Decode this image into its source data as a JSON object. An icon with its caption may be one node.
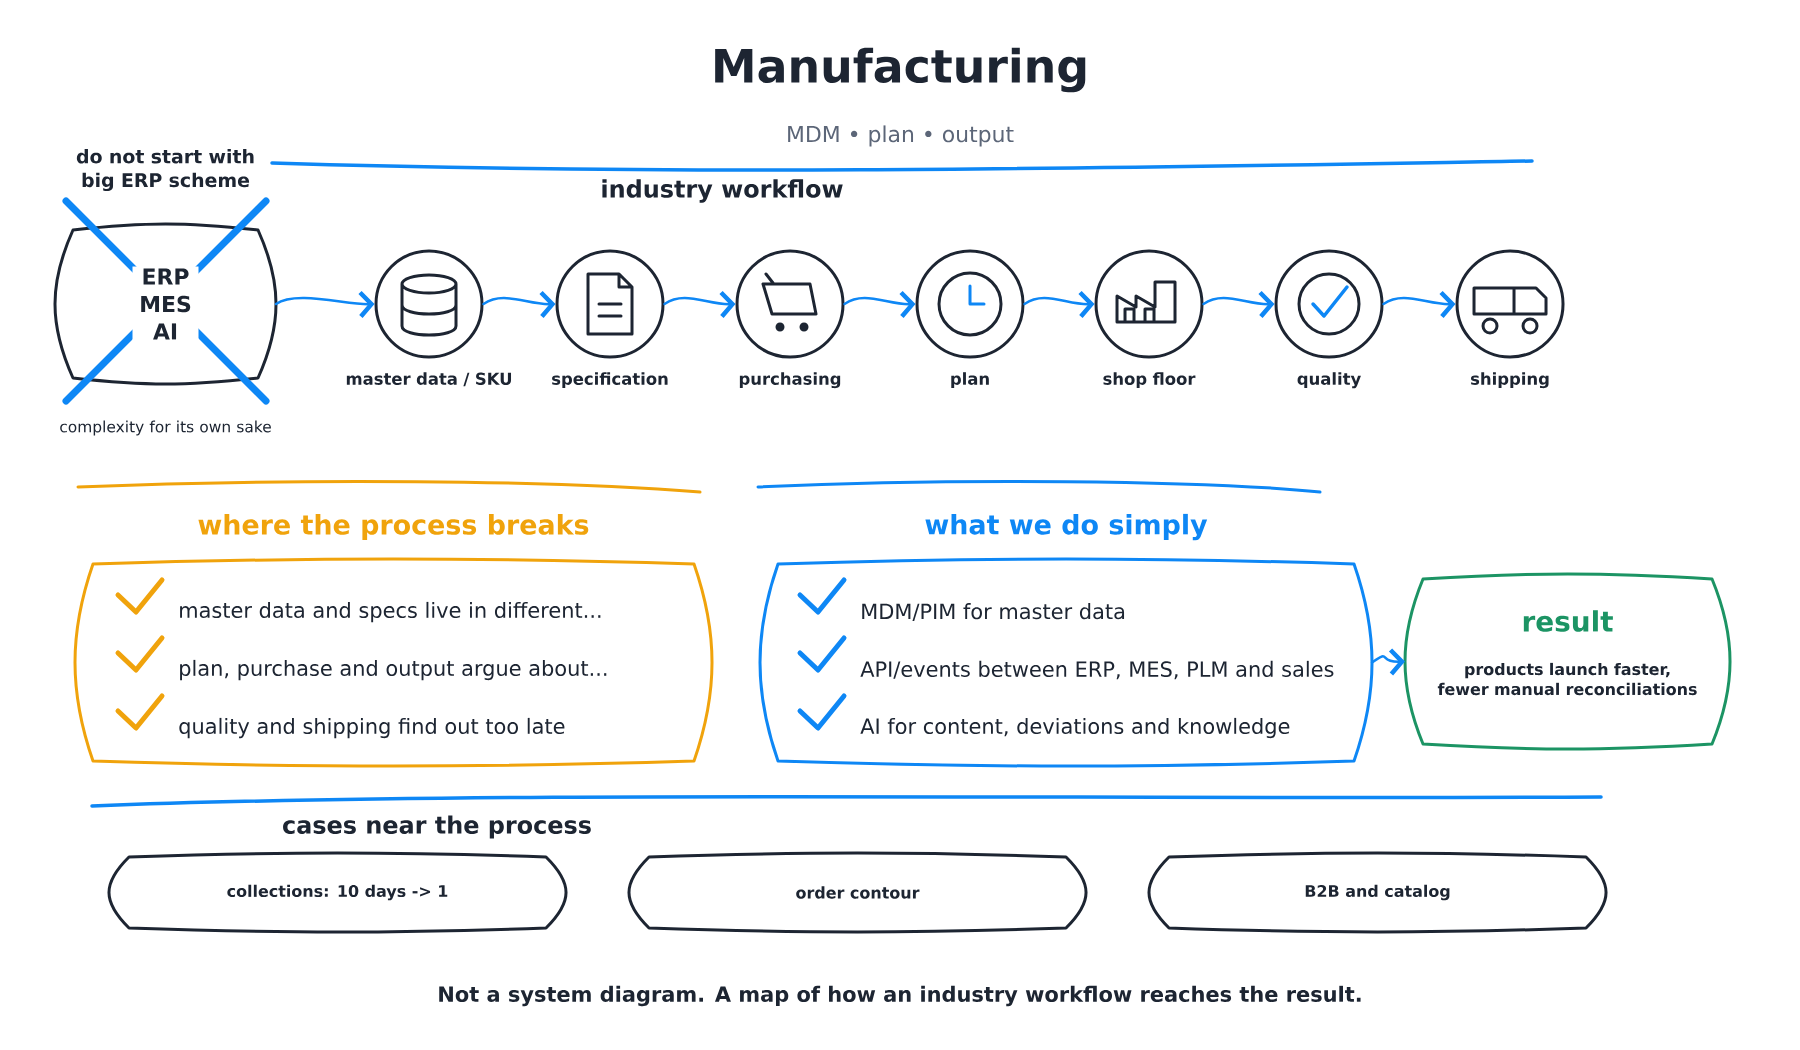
{
  "diagram": {
    "title": "Manufacturing",
    "caption": "Not a system diagram. A map of how an industry workflow reaches the result.",
    "nodes": [
      {
        "text": [
          "do not start with big ERP scheme",
          "ERP MES AI"
        ],
        "beside": [
          "complexity for its own sake"
        ]
      },
      {
        "text": [
          "master data / SKU"
        ]
      },
      {
        "text": [
          "specification"
        ]
      },
      {
        "text": [
          "purchasing"
        ]
      },
      {
        "text": [
          "plan"
        ]
      },
      {
        "text": [
          "shop floor"
        ]
      },
      {
        "text": [
          "quality"
        ]
      },
      {
        "text": [
          "shipping"
        ]
      },
      {
        "text": [
          "where the process breaks",
          "master data and specs live in different...",
          "plan, purchase and output argue about...",
          "quality and shipping find out too late"
        ]
      },
      {
        "text": [
          "what we do simply",
          "MDM/PIM for master data",
          "API/events between ERP, MES, PLM and sales",
          "AI for content, deviations and knowledge"
        ]
      },
      {
        "text": [
          "result",
          "products launch faster, fewer manual reconciliations"
        ]
      },
      {
        "text": [
          "collections: 10 days -> 1"
        ]
      },
      {
        "text": [
          "order contour"
        ]
      },
      {
        "text": [
          "B2B and catalog"
        ]
      }
    ],
    "edges": [
      {
        "from": 0,
        "to": 1,
        "arrow": "to"
      },
      {
        "from": 1,
        "to": 2,
        "arrow": "to"
      },
      {
        "from": 2,
        "to": 3,
        "arrow": "to"
      },
      {
        "from": 3,
        "to": 4,
        "arrow": "to"
      },
      {
        "from": 4,
        "to": 5,
        "arrow": "to"
      },
      {
        "from": 5,
        "to": 6,
        "arrow": "to"
      },
      {
        "from": 6,
        "to": 7,
        "arrow": "to"
      },
      {
        "from": 9,
        "to": 10,
        "arrow": "to"
      }
    ],
    "labels": [
      "MDM • plan • output",
      "industry workflow",
      "cases near the process"
    ]
  }
}
